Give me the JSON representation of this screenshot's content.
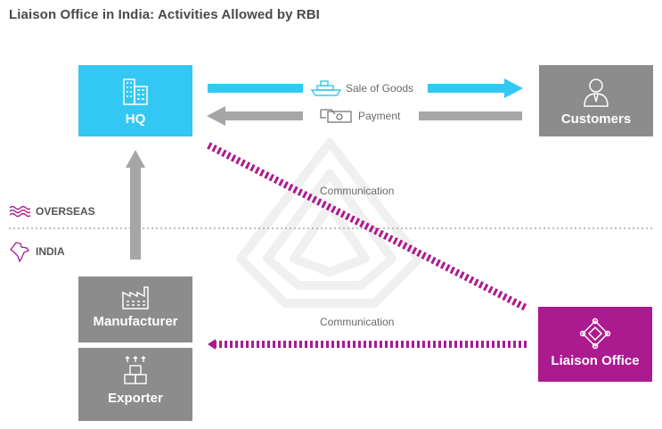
{
  "title": "Liaison Office in India: Activities Allowed by RBI",
  "nodes": {
    "hq": "HQ",
    "customers": "Customers",
    "manufacturer": "Manufacturer",
    "exporter": "Exporter",
    "liaison": "Liaison Office"
  },
  "arrows": {
    "sale": "Sale of Goods",
    "payment": "Payment",
    "comm_diag": "Communication",
    "comm_horiz": "Communication"
  },
  "regions": {
    "overseas": "OVERSEAS",
    "india": "INDIA"
  },
  "colors": {
    "blue": "#33c8f3",
    "gray": "#8c8c8c",
    "purple": "#ab1a8f"
  }
}
